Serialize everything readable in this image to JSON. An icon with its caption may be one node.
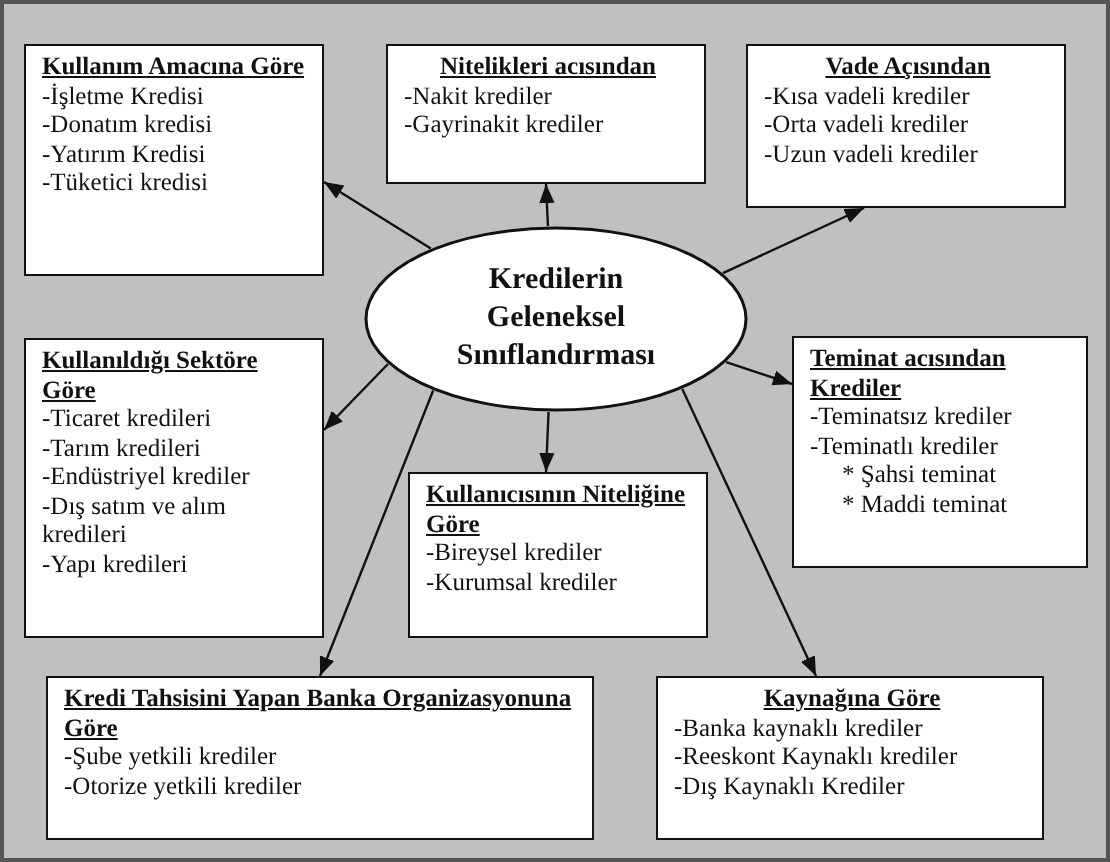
{
  "diagram": {
    "nodes": [
      {
        "text": [
          "Kredilerin Geleneksel Sınıflandırması"
        ]
      },
      {
        "text": [
          "Kullanım Amacına Göre",
          "-İşletme Kredisi",
          "-Donatım kredisi",
          "-Yatırım Kredisi",
          "-Tüketici kredisi"
        ]
      },
      {
        "text": [
          "Nitelikleri acısından",
          "-Nakit krediler",
          "-Gayrinakit krediler"
        ]
      },
      {
        "text": [
          "Vade Açısından",
          "-Kısa vadeli krediler",
          "-Orta vadeli krediler",
          "-Uzun vadeli krediler"
        ]
      },
      {
        "text": [
          "Kullanıldığı Sektöre Göre",
          "-Ticaret kredileri",
          "-Tarım kredileri",
          "-Endüstriyel krediler",
          "-Dış satım ve alım kredileri",
          "-Yapı kredileri"
        ]
      },
      {
        "text": [
          "Teminat acısından Krediler",
          "-Teminatsız krediler",
          "-Teminatlı krediler",
          "* Şahsi teminat",
          "* Maddi teminat"
        ]
      },
      {
        "text": [
          "Kullanıcısının Niteliğine Göre",
          "-Bireysel krediler",
          "-Kurumsal krediler"
        ]
      },
      {
        "text": [
          "Kredi Tahsisini Yapan Banka Organizasyonuna Göre",
          "-Şube yetkili krediler",
          "-Otorize yetkili krediler"
        ]
      },
      {
        "text": [
          "Kaynağına Göre",
          "-Banka kaynaklı krediler",
          "-Reeskont Kaynaklı krediler",
          "-Dış Kaynaklı Krediler"
        ]
      }
    ],
    "edges": [
      {
        "from": 0,
        "to": 1,
        "arrow": "to"
      },
      {
        "from": 0,
        "to": 2,
        "arrow": "to"
      },
      {
        "from": 0,
        "to": 3,
        "arrow": "to"
      },
      {
        "from": 0,
        "to": 4,
        "arrow": "to"
      },
      {
        "from": 0,
        "to": 5,
        "arrow": "to"
      },
      {
        "from": 0,
        "to": 6,
        "arrow": "to"
      },
      {
        "from": 0,
        "to": 7,
        "arrow": "to"
      },
      {
        "from": 0,
        "to": 8,
        "arrow": "to"
      }
    ]
  }
}
